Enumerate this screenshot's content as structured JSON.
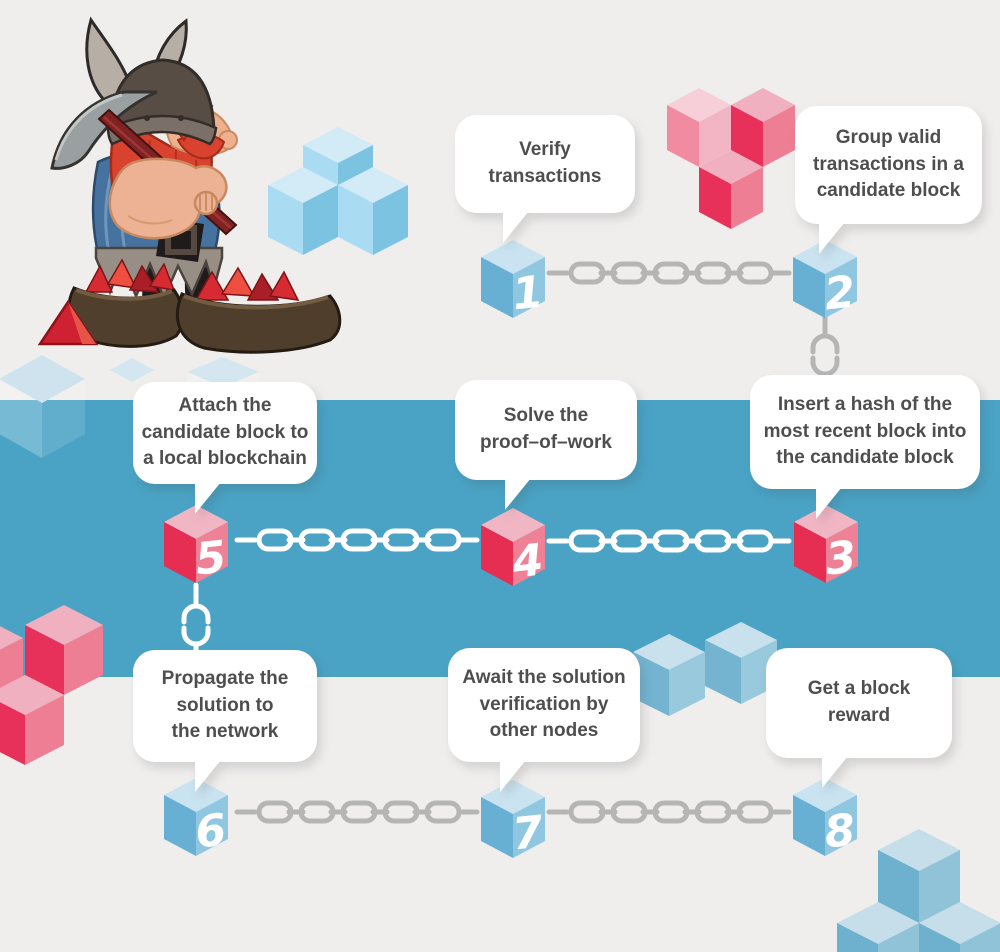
{
  "diagram": {
    "subject": "bitcoin-mining-blockchain-steps",
    "illustration": "viking-miner-with-pickaxe-and-gem-bags",
    "theme_colors": {
      "background": "#efeeed",
      "band": "#4aa3c5",
      "blue_cube_top": "#c9e3f0",
      "blue_cube_left": "#68b0d3",
      "blue_cube_right": "#8fc7e0",
      "pink_cube_top": "#f1b6c4",
      "pink_cube_left": "#e62d52",
      "pink_cube_right": "#ee8196",
      "chain_gray": "#b5b5b5",
      "chain_white": "#ffffff",
      "bubble_bg": "#ffffff",
      "text": "#4e4e4e"
    },
    "steps": [
      {
        "number": "1",
        "label": "Verify\ntransactions"
      },
      {
        "number": "2",
        "label": "Group valid\ntransactions in a\ncandidate block"
      },
      {
        "number": "3",
        "label": "Insert a hash of the\nmost recent block into\nthe candidate block"
      },
      {
        "number": "4",
        "label": "Solve the\nproof–of–work"
      },
      {
        "number": "5",
        "label": "Attach the\ncandidate block to\na local blockchain"
      },
      {
        "number": "6",
        "label": "Propagate the\nsolution to\nthe network"
      },
      {
        "number": "7",
        "label": "Await the solution\nverification by\nother nodes"
      },
      {
        "number": "8",
        "label": "Get a block\nreward"
      }
    ]
  }
}
